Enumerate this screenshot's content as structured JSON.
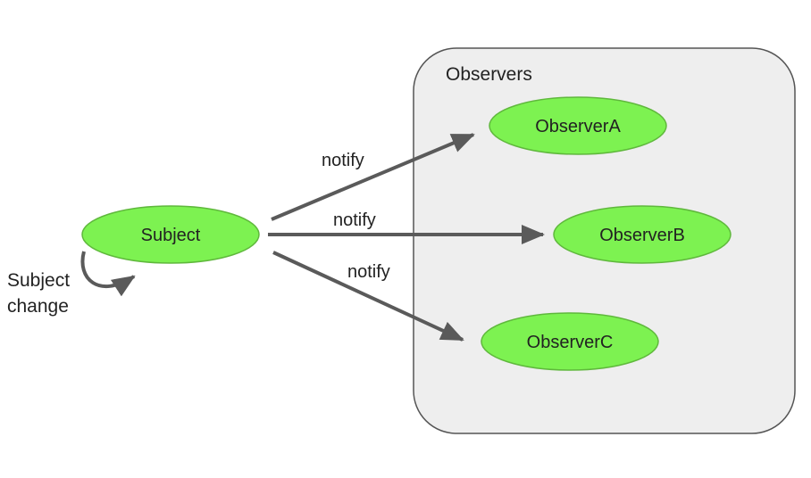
{
  "colors": {
    "node_fill": "#7df251",
    "node_stroke": "#5fb83c",
    "group_fill": "#eeeeee",
    "group_stroke": "#555555",
    "arrow": "#5a5a5a",
    "text": "#222222"
  },
  "group": {
    "label": "Observers"
  },
  "subject": {
    "label": "Subject"
  },
  "observers": [
    {
      "label": "ObserverA"
    },
    {
      "label": "ObserverB"
    },
    {
      "label": "ObserverC"
    }
  ],
  "edges": [
    {
      "label": "notify",
      "from": "Subject",
      "to": "ObserverA"
    },
    {
      "label": "notify",
      "from": "Subject",
      "to": "ObserverB"
    },
    {
      "label": "notify",
      "from": "Subject",
      "to": "ObserverC"
    }
  ],
  "self_loop": {
    "line1": "Subject",
    "line2": "change"
  }
}
